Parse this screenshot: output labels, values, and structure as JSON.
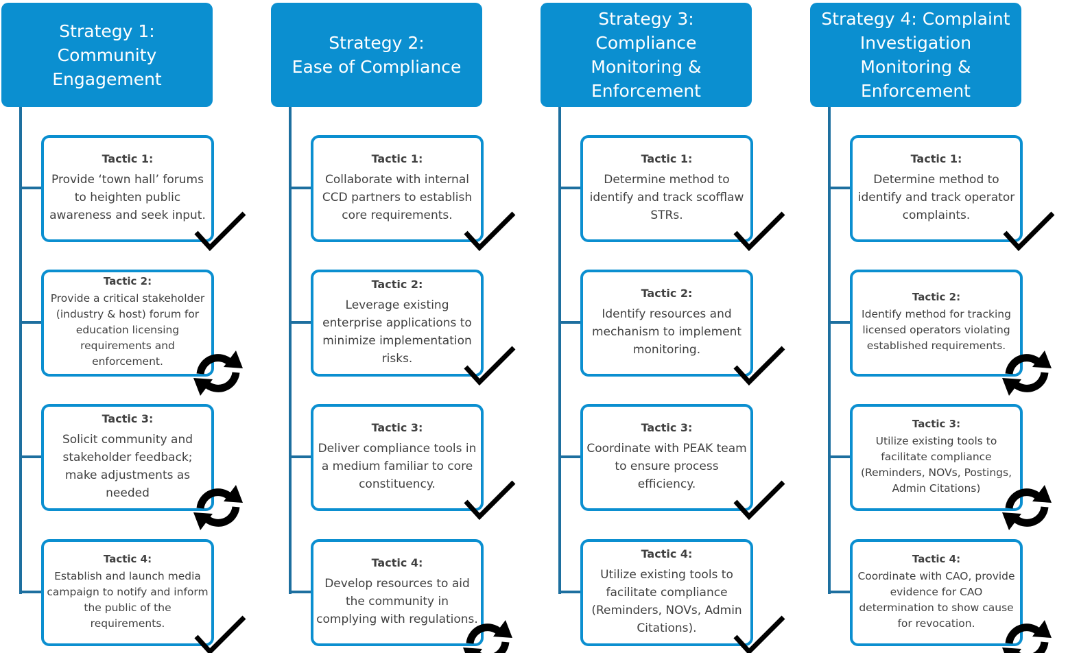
{
  "colors": {
    "accent": "#0b8fd0",
    "connector": "#1d6f9f",
    "text": "#404040",
    "header_text": "#ffffff"
  },
  "strategies": [
    {
      "title": "Strategy 1:\nCommunity\nEngagement",
      "tactics": [
        {
          "label": "Tactic 1:",
          "text": "Provide ‘town hall’ forums to heighten public awareness and seek input.",
          "status": "check-icon"
        },
        {
          "label": "Tactic 2:",
          "text": "Provide a critical stakeholder (industry & host) forum for education licensing requirements and enforcement.",
          "status": "refresh-icon"
        },
        {
          "label": "Tactic 3:",
          "text": "Solicit community and stakeholder feedback; make adjustments as needed",
          "status": "refresh-icon"
        },
        {
          "label": "Tactic 4:",
          "text": "Establish and launch media campaign to notify and inform the public of the requirements.",
          "status": "check-icon"
        }
      ]
    },
    {
      "title": "Strategy 2:\nEase of Compliance",
      "tactics": [
        {
          "label": "Tactic 1:",
          "text": "Collaborate with internal CCD partners to establish core requirements.",
          "status": "check-icon"
        },
        {
          "label": "Tactic 2:",
          "text": "Leverage existing enterprise applications to minimize implementation risks.",
          "status": "check-icon"
        },
        {
          "label": "Tactic 3:",
          "text": "Deliver compliance tools in a medium familiar to core constituency.",
          "status": "check-icon"
        },
        {
          "label": "Tactic 4:",
          "text": "Develop resources to aid the community in complying with regulations.",
          "status": "refresh-icon"
        }
      ]
    },
    {
      "title": "Strategy 3:\nCompliance\nMonitoring &\nEnforcement",
      "tactics": [
        {
          "label": "Tactic 1:",
          "text": "Determine method to identify and track scofflaw STRs.",
          "status": "check-icon"
        },
        {
          "label": "Tactic 2:",
          "text": "Identify resources and mechanism to implement monitoring.",
          "status": "check-icon"
        },
        {
          "label": "Tactic 3:",
          "text": "Coordinate with PEAK team to ensure process efficiency.",
          "status": "check-icon"
        },
        {
          "label": "Tactic 4:",
          "text": "Utilize existing tools to facilitate compliance (Reminders, NOVs, Admin Citations).",
          "status": "check-icon"
        }
      ]
    },
    {
      "title": "Strategy 4: Complaint\nInvestigation\nMonitoring &\nEnforcement",
      "tactics": [
        {
          "label": "Tactic 1:",
          "text": "Determine method to identify and track operator complaints.",
          "status": "check-icon"
        },
        {
          "label": "Tactic 2:",
          "text": "Identify method for tracking licensed operators violating established requirements.",
          "status": "refresh-icon"
        },
        {
          "label": "Tactic 3:",
          "text": "Utilize existing tools to facilitate compliance (Reminders, NOVs, Postings, Admin Citations)",
          "status": "refresh-icon"
        },
        {
          "label": "Tactic 4:",
          "text": "Coordinate with CAO, provide evidence for CAO determination to show cause for revocation.",
          "status": "refresh-icon"
        }
      ]
    }
  ]
}
